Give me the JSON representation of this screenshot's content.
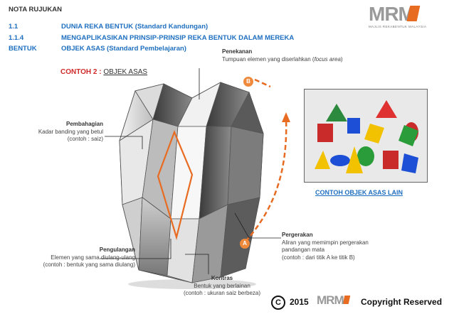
{
  "header": {
    "title": "NOTA RUJUKAN",
    "refs": [
      {
        "num": "1.1",
        "text": "DUNIA REKA BENTUK (Standard Kandungan)"
      },
      {
        "num": "1.1.4",
        "text": "MENGAPLIKASIKAN PRINSIP-PRINSIP REKA BENTUK DALAM MEREKA"
      },
      {
        "num": "BENTUK",
        "text": "OBJEK ASAS (Standard Pembelajaran)"
      }
    ]
  },
  "logo": {
    "text": "MRM",
    "subtitle": "MAJLIS REKABENTUK MALAYSIA"
  },
  "example": {
    "prefix": "CONTOH 2 :",
    "name": "OBJEK ASAS"
  },
  "labels": {
    "penekanan": {
      "title": "Penekanan",
      "desc_pre": "Tumpuan elemen yang diserlahkan (",
      "desc_em": "focus area",
      "desc_post": ")"
    },
    "pembahagian": {
      "title": "Pembahagian",
      "line1": "Kadar banding yang betul",
      "line2": "(contoh : saiz)"
    },
    "pergerakan": {
      "title": "Pergerakan",
      "line1": "Aliran yang memimpin pergerakan",
      "line2": "pandangan mata",
      "line3": "(contoh : dari titik A ke titik B)"
    },
    "pengulangan": {
      "title": "Pengulangan",
      "line1": "Elemen yang sama diulang-ulang",
      "line2": "(contoh : bentuk yang sama diulang)"
    },
    "kontras": {
      "title": "Kontras",
      "line1": "Bentuk yang berlainan",
      "line2": "(contoh : ukuran saiz berbeza)"
    }
  },
  "markers": {
    "a": "A",
    "b": "B"
  },
  "photo": {
    "caption": "CONTOH OBJEK ASAS LAIN"
  },
  "footer": {
    "symbol": "C",
    "year": "2015",
    "brand": "MRM",
    "text": "Copyright Reserved"
  },
  "colors": {
    "accent_blue": "#1f6fc0",
    "accent_orange": "#e86b22",
    "heading_red": "#d12a2a"
  }
}
